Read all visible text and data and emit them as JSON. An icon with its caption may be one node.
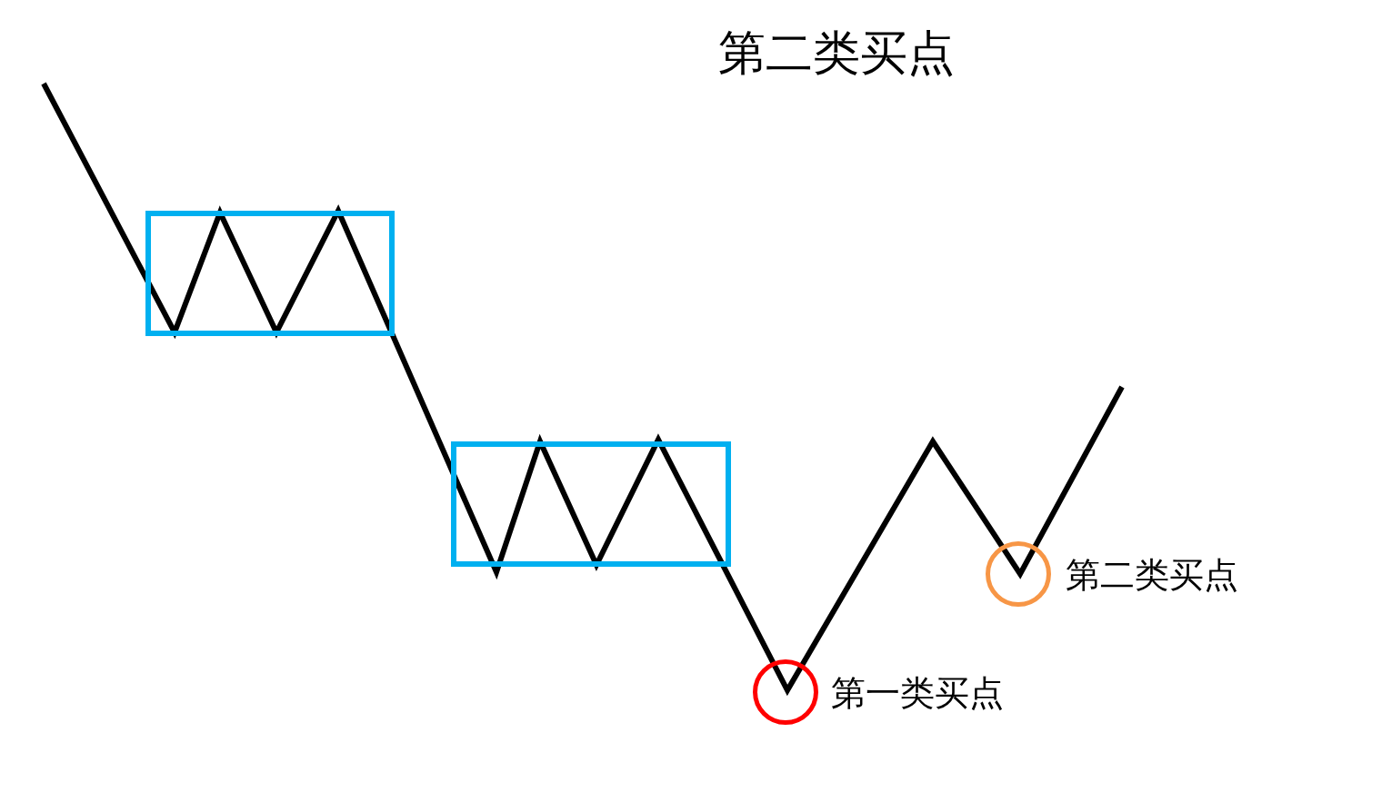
{
  "diagram": {
    "title": "第二类买点",
    "nodes": [
      {
        "text": [],
        "shape": "box"
      },
      {
        "text": [],
        "shape": "box"
      },
      {
        "text": [],
        "shape": "circle",
        "beside": [
          "第一类买点"
        ]
      },
      {
        "text": [],
        "shape": "circle",
        "beside": [
          "第二类买点"
        ]
      }
    ]
  }
}
